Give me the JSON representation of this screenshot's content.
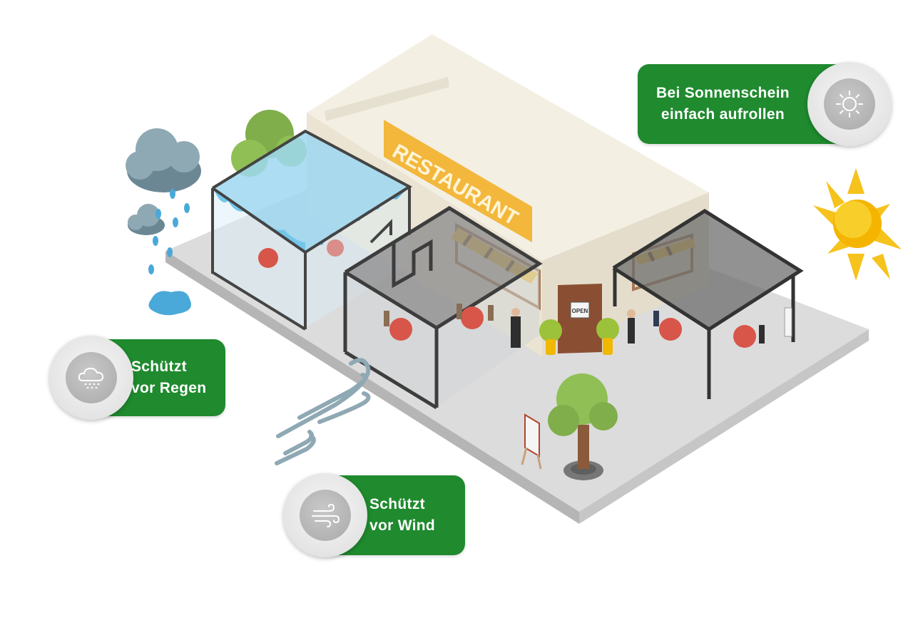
{
  "scene": {
    "restaurant_sign": "RESTAURANT",
    "door_sign": "OPEN"
  },
  "badges": {
    "sun": {
      "text": "Bei Sonnenschein\neinfach aufrollen",
      "icon": "sun-icon"
    },
    "rain": {
      "text": "Schützt\nvor Regen",
      "icon": "rain-cloud-icon"
    },
    "wind": {
      "text": "Schützt\nvor Wind",
      "icon": "wind-icon"
    }
  },
  "colors": {
    "badge_green": "#1f8a2e",
    "sign_orange": "#f3b73c",
    "awning_blue": "#73c6ea",
    "sun_yellow": "#f6c21c"
  }
}
